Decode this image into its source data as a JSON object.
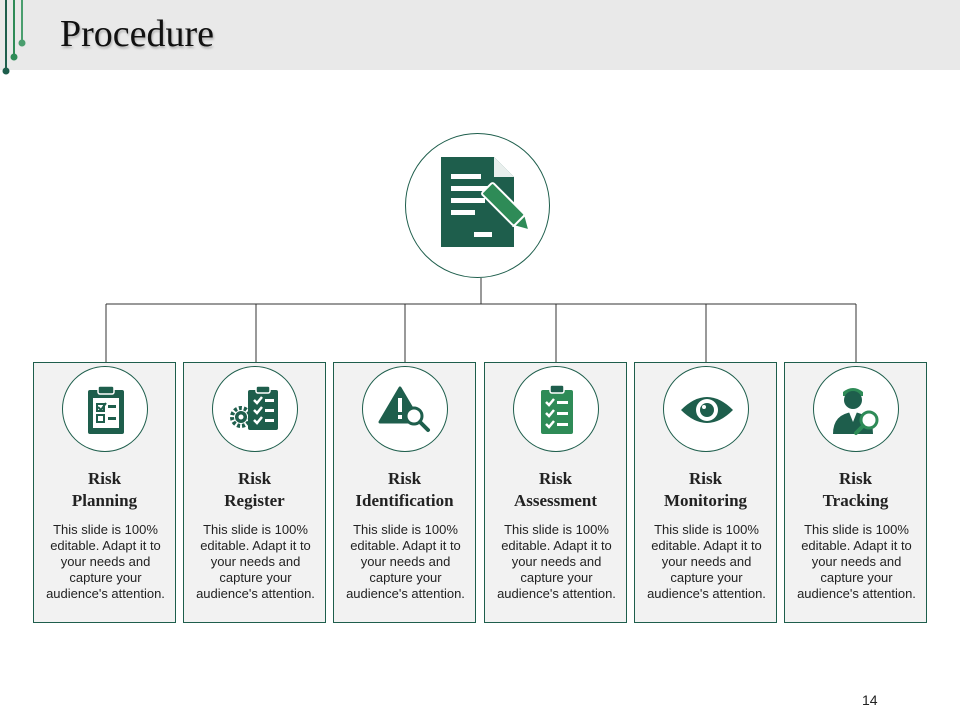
{
  "slide": {
    "title": "Procedure",
    "page_number": "14",
    "accent_color": "#1e5e4c",
    "accent_light": "#2e8b57"
  },
  "top_node": {
    "icon": "document-edit-icon"
  },
  "cards": [
    {
      "title_line1": "Risk",
      "title_line2": "Planning",
      "icon": "clipboard-checklist-icon",
      "text": "This slide is 100% editable. Adapt it to your needs and capture your audience's attention."
    },
    {
      "title_line1": "Risk",
      "title_line2": "Register",
      "icon": "gear-clipboard-icon",
      "text": "This slide is 100% editable. Adapt it to your needs and capture your audience's attention."
    },
    {
      "title_line1": "Risk",
      "title_line2": "Identification",
      "icon": "warning-magnifier-icon",
      "text": "This slide is 100% editable. Adapt it to your needs and capture your audience's attention."
    },
    {
      "title_line1": "Risk",
      "title_line2": "Assessment",
      "icon": "checklist-clipboard-icon",
      "text": "This slide is 100% editable. Adapt it to your needs and capture your audience's attention."
    },
    {
      "title_line1": "Risk",
      "title_line2": "Monitoring",
      "icon": "eye-icon",
      "text": "This slide is 100% editable. Adapt it to your needs and capture your audience's attention."
    },
    {
      "title_line1": "Risk",
      "title_line2": "Tracking",
      "icon": "person-magnifier-icon",
      "text": "This slide is 100% editable. Adapt it to your needs and capture your audience's attention."
    }
  ]
}
